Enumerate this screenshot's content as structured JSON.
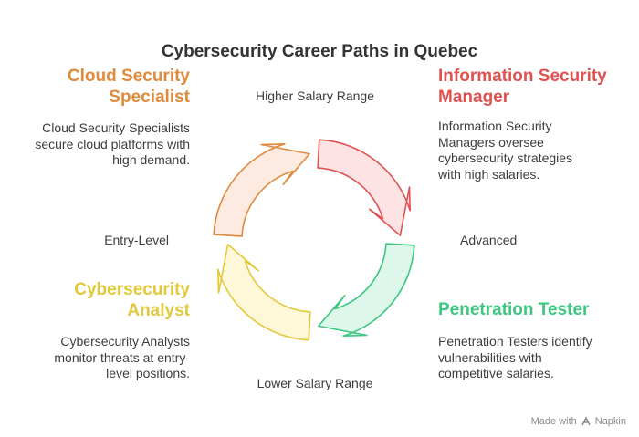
{
  "title": "Cybersecurity Career Paths in Quebec",
  "axes": {
    "top": "Higher Salary Range",
    "bottom": "Lower Salary Range",
    "left": "Entry-Level",
    "right": "Advanced"
  },
  "quadrants": {
    "top_left": {
      "heading_line1": "Cloud Security",
      "heading_line2": "Specialist",
      "desc_line1": "Cloud Security Specialists",
      "desc_line2": "secure cloud platforms with",
      "desc_line3": "high demand.",
      "color": "#E08A3C",
      "fill": "#FDEBE1"
    },
    "top_right": {
      "heading_line1": "Information Security",
      "heading_line2": "Manager",
      "desc_line1": "Information Security",
      "desc_line2": "Managers oversee",
      "desc_line3": "cybersecurity strategies",
      "desc_line4": "with high salaries.",
      "color": "#E05252",
      "fill": "#FDE3E3"
    },
    "bottom_left": {
      "heading_line1": "Cybersecurity",
      "heading_line2": "Analyst",
      "desc_line1": "Cybersecurity Analysts",
      "desc_line2": "monitor threats at entry-",
      "desc_line3": "level positions.",
      "color": "#E2C93A",
      "fill": "#FEF8D8"
    },
    "bottom_right": {
      "heading_line1": "Penetration Tester",
      "desc_line1": "Penetration Testers identify",
      "desc_line2": "vulnerabilities with",
      "desc_line3": "competitive salaries.",
      "color": "#3EC77F",
      "fill": "#DDF8EA"
    }
  },
  "credit": {
    "text": "Made with",
    "brand": "Napkin",
    "icon": "napkin-logo-icon"
  }
}
